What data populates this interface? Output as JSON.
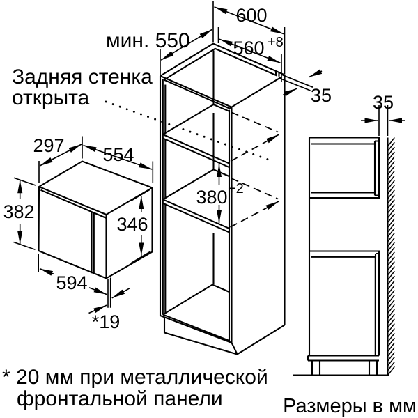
{
  "drawing": {
    "background_color": "#ffffff",
    "line_color": "#000000",
    "annotations": {
      "rear_wall_note_line1": "Задняя стенка",
      "rear_wall_note_line2": "открыта",
      "footnote_line1": "* 20 мм при металлической",
      "footnote_line2": "фронтальной панели",
      "units_note": "Размеры в мм"
    },
    "microwave": {
      "depth": "297",
      "top_width": "554",
      "front_height": "382",
      "side_height": "346",
      "front_width": "594",
      "front_panel_offset": "*19"
    },
    "cabinet": {
      "outer_width": "600",
      "min_depth": "мин. 550",
      "niche_width": "560",
      "niche_width_tolerance": "+8",
      "niche_height": "380",
      "niche_height_tolerance": "+2",
      "side_panel_thickness": "35"
    },
    "side_view": {
      "wall_clearance": "35"
    }
  }
}
